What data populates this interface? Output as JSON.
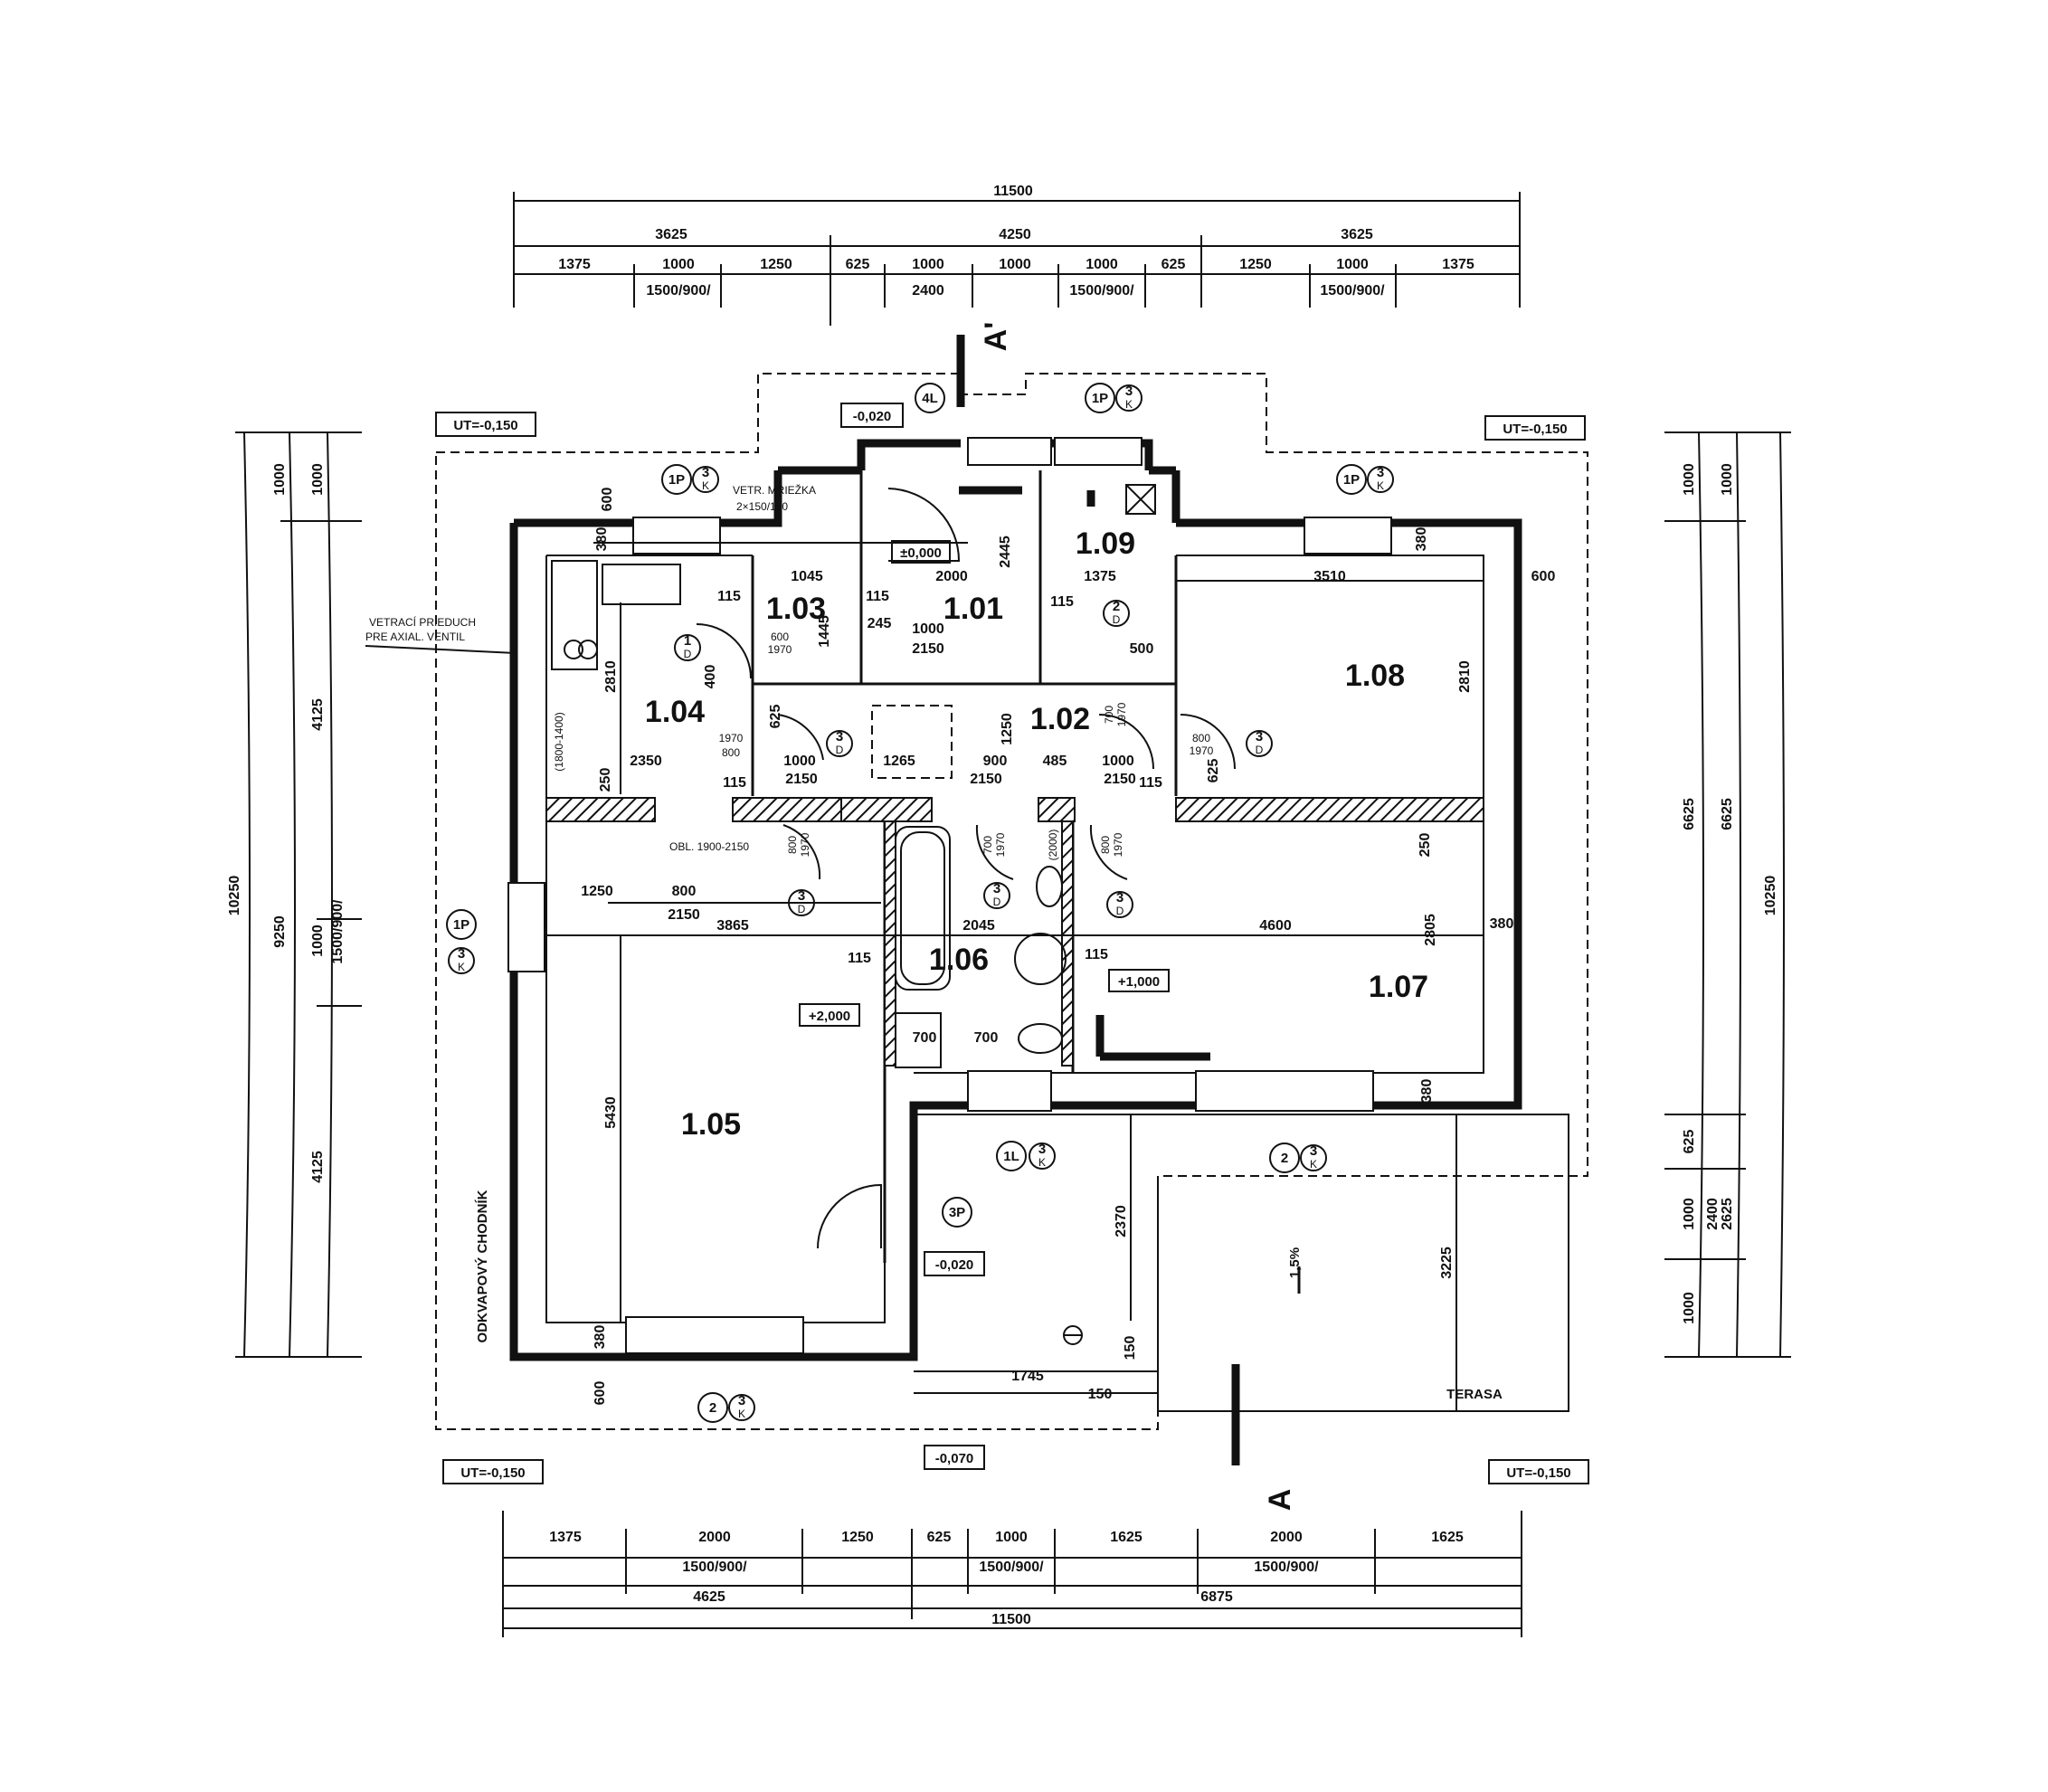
{
  "rooms": {
    "r101": "1.01",
    "r102": "1.02",
    "r103": "1.03",
    "r104": "1.04",
    "r105": "1.05",
    "r106": "1.06",
    "r107": "1.07",
    "r108": "1.08",
    "r109": "1.09"
  },
  "levels": {
    "ut_tl": "UT=-0,150",
    "ut_tr": "UT=-0,150",
    "ut_bl": "UT=-0,150",
    "ut_br": "UT=-0,150",
    "top_entry": "-0,020",
    "zero": "±0,000",
    "plus1": "+1,000",
    "plus2": "+2,000",
    "bottom_entry": "-0,020",
    "bottom_out": "-0,070"
  },
  "section_marks": {
    "top": "A'",
    "bottom": "A"
  },
  "notes": {
    "vetr": "VETR. MRIEŽKA",
    "vetr_size": "2×150/150",
    "vent1": "VETRACÍ PRIEDUCH",
    "vent2": "PRE AXIAL. VENTIL",
    "opening": "OBL. 1900-2150",
    "kitchen": "(1800-1400)",
    "walkway": "ODKVAPOVÝ CHODNÍK",
    "terrace": "TERASA",
    "slope": "1,5%",
    "wc_note": "(2000)"
  },
  "tags": {
    "p1": "1P",
    "p3": "3P",
    "p4": "4L",
    "k3": "3",
    "kk": "K",
    "d1": "1",
    "d2": "2",
    "d3": "3",
    "dd": "D",
    "l1": "1L"
  },
  "dims_top": {
    "total": "11500",
    "row2": [
      "3625",
      "4250",
      "3625"
    ],
    "row3": [
      "1375",
      "1000",
      "1250",
      "625",
      "1000",
      "1000",
      "1000",
      "625",
      "1250",
      "1000",
      "1375"
    ],
    "row4": [
      "1500/900/",
      "2400",
      "1500/900/",
      "1500/900/"
    ]
  },
  "dims_bottom": {
    "row1": [
      "1375",
      "2000",
      "1250",
      "625",
      "1000",
      "1625",
      "2000",
      "1625"
    ],
    "row2": [
      "1500/900/",
      "1500/900/",
      "1500/900/"
    ],
    "row3": [
      "4625",
      "6875"
    ],
    "total": "11500"
  },
  "dims_left": {
    "outer": "10250",
    "mid": "9250",
    "a": [
      "1000",
      "4125",
      "4125"
    ],
    "b": [
      "1000",
      "1000",
      "1500/900/"
    ]
  },
  "dims_right": {
    "outer": "10250",
    "a": [
      "1000",
      "6625",
      "625",
      "1000",
      "1000"
    ],
    "b": [
      "1000",
      "6625",
      "2400",
      "2625"
    ]
  },
  "inner_dims": {
    "d600a": "600",
    "d380a": "380",
    "d1045": "1045",
    "d1445": "1445",
    "d115a": "115",
    "d2810a": "2810",
    "d400": "400",
    "d625v": "625",
    "d600_1970": "600",
    "d1970a": "1970",
    "d2000": "2000",
    "d2445": "2445",
    "d245": "245",
    "d1000a": "1000",
    "d2150a": "2150",
    "d115b": "115",
    "d1375": "1375",
    "d500": "500",
    "d115c": "115",
    "d3510": "3510",
    "d380b": "380",
    "d600b": "600",
    "d2810b": "2810",
    "d1250v": "1250",
    "d700": "700",
    "d1970b": "1970",
    "d2350": "2350",
    "d1970c": "1970",
    "d800a": "800",
    "d1000b": "1000",
    "d1265": "1265",
    "d900": "900",
    "d485": "485",
    "d1000c": "1000",
    "d800b": "800",
    "d1970d": "1970",
    "d625b": "625",
    "d2150b": "2150",
    "d2150c": "2150",
    "d2150d": "2150",
    "d115d": "115",
    "d250a": "250",
    "d115e": "115",
    "d800c": "800",
    "d1970e": "1970",
    "d700b": "700",
    "d1970f": "1970",
    "d800d": "800",
    "d1970g": "1970",
    "d250b": "250",
    "d1250h": "1250",
    "d800h": "800",
    "d2150h": "2150",
    "d3865": "3865",
    "d2045": "2045",
    "d4600": "4600",
    "d2805": "2805",
    "d380c": "380",
    "d115f": "115",
    "d115g": "115",
    "d700c": "700",
    "d700d": "700",
    "d5430": "5430",
    "d380d": "380",
    "d600c": "600",
    "d2370": "2370",
    "d3225": "3225",
    "d1745": "1745",
    "d150a": "150",
    "d150b": "150",
    "d380e": "380"
  }
}
